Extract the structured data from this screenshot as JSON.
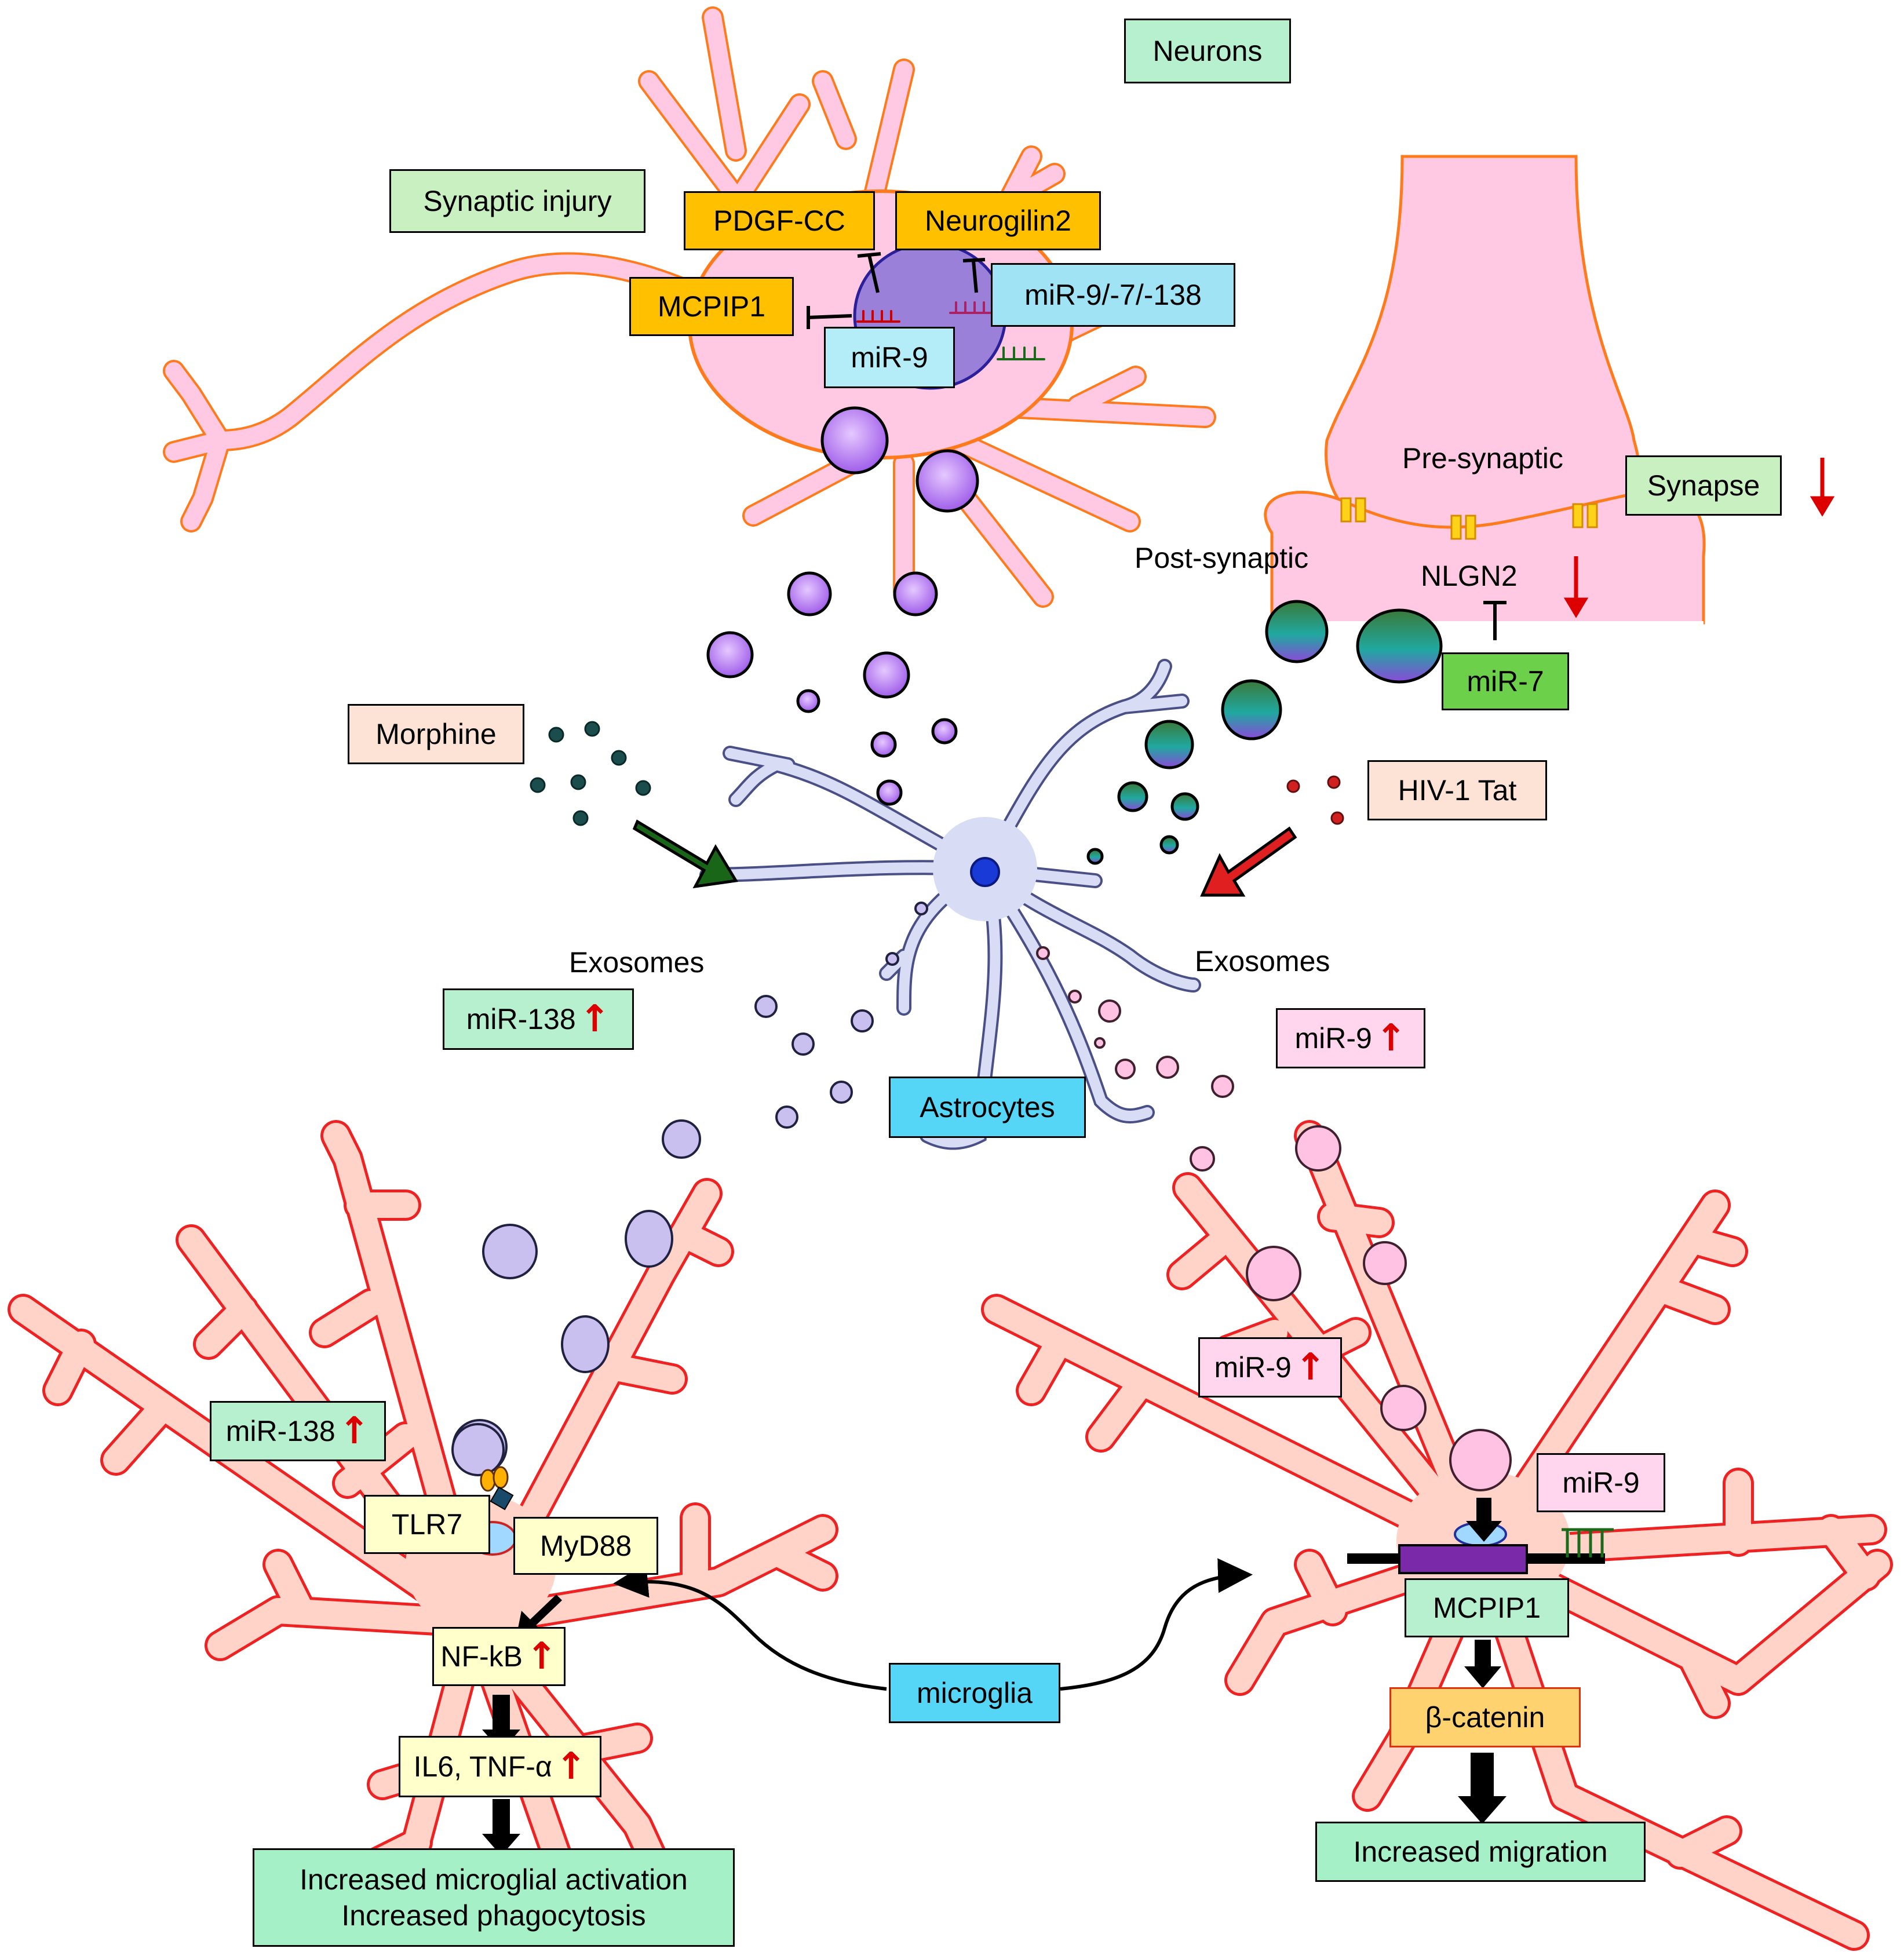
{
  "labels": {
    "neurons": "Neurons",
    "synaptic_injury": "Synaptic injury",
    "pdgf_cc": "PDGF-CC",
    "neurogilin2": "Neurogilin2",
    "mcpip1_top": "MCPIP1",
    "mir_combo": "miR-9/-7/-138",
    "mir9_neuron": "miR-9",
    "pre_synaptic": "Pre-synaptic",
    "post_synaptic": "Post-synaptic",
    "synapse": "Synapse",
    "nlgn2": "NLGN2",
    "mir7": "miR-7",
    "morphine": "Morphine",
    "hiv_tat": "HIV-1 Tat",
    "exosomes_left": "Exosomes",
    "exosomes_right": "Exosomes",
    "mir138_mid": "miR-138",
    "mir9_mid": "miR-9",
    "astrocytes": "Astrocytes",
    "mir9_micro": "miR-9",
    "mir138_micro": "miR-138",
    "tlr7": "TLR7",
    "myd88": "MyD88",
    "nfkb": "NF-kB",
    "il6": "IL6, TNF-α",
    "activation_line1": "Increased microglial activation",
    "activation_line2": "Increased phagocytosis",
    "microglia": "microglia",
    "mir9_right": "miR-9",
    "mcpip1_bottom": "MCPIP1",
    "beta_catenin": "β-catenin",
    "increased_migration": "Increased migration"
  },
  "colors": {
    "green_box": "#b7f0cf",
    "orange_box": "#ffc000",
    "blue_box": "#9fe3f5",
    "cyan_box": "#55d6f7",
    "pink_box": "#ffd6ee",
    "peach_box": "#fde3d6",
    "yellow_box": "#ffffcc",
    "mir7_box": "#6cd04a",
    "neuron_outline": "#ff7a1a",
    "neuron_fill": "#ffc9e3",
    "microglia_outline": "#ee2222",
    "microglia_fill": "#ffd3c8",
    "astro_fill": "#d8dcf4",
    "astro_outline": "#4a4f86"
  }
}
